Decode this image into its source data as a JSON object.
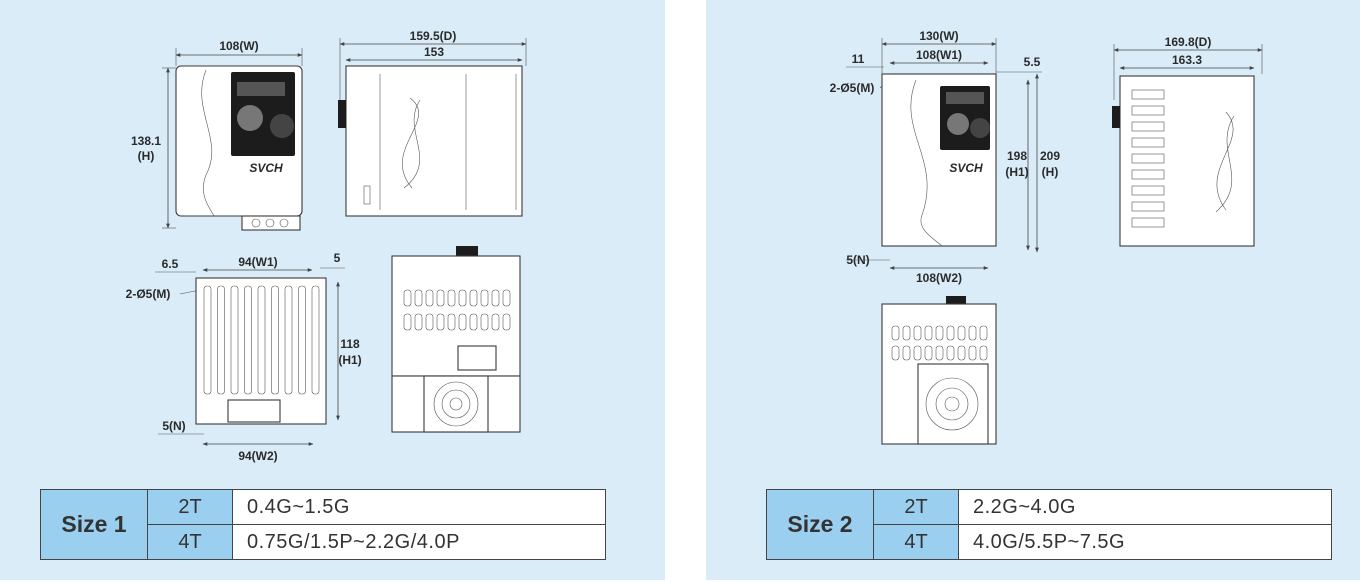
{
  "panels": [
    {
      "dims": {
        "front_width": "108(W)",
        "front_height": "138.1",
        "front_height_tag": "(H)",
        "side_depth_total": "159.5(D)",
        "side_depth": "153",
        "back_w1": "94(W1)",
        "back_left_offset": "6.5",
        "back_right_offset": "5",
        "back_holes": "2-Ø5(M)",
        "back_h1": "118",
        "back_h1_tag": "(H1)",
        "back_n": "5(N)",
        "back_w2": "94(W2)"
      },
      "logo": "SVCH",
      "table": {
        "size_label": "Size 1",
        "rows": [
          {
            "voltage": "2T",
            "range": "0.4G~1.5G"
          },
          {
            "voltage": "4T",
            "range": "0.75G/1.5P~2.2G/4.0P"
          }
        ]
      }
    },
    {
      "dims": {
        "front_width": "130(W)",
        "front_w1": "108(W1)",
        "left_offset": "11",
        "right_offset": "5.5",
        "holes": "2-Ø5(M)",
        "h1": "198",
        "h1_tag": "(H1)",
        "h": "209",
        "h_tag": "(H)",
        "n": "5(N)",
        "w2": "108(W2)",
        "side_depth_total": "169.8(D)",
        "side_depth": "163.3"
      },
      "logo": "SVCH",
      "table": {
        "size_label": "Size 2",
        "rows": [
          {
            "voltage": "2T",
            "range": "2.2G~4.0G"
          },
          {
            "voltage": "4T",
            "range": "4.0G/5.5P~7.5G"
          }
        ]
      }
    }
  ]
}
